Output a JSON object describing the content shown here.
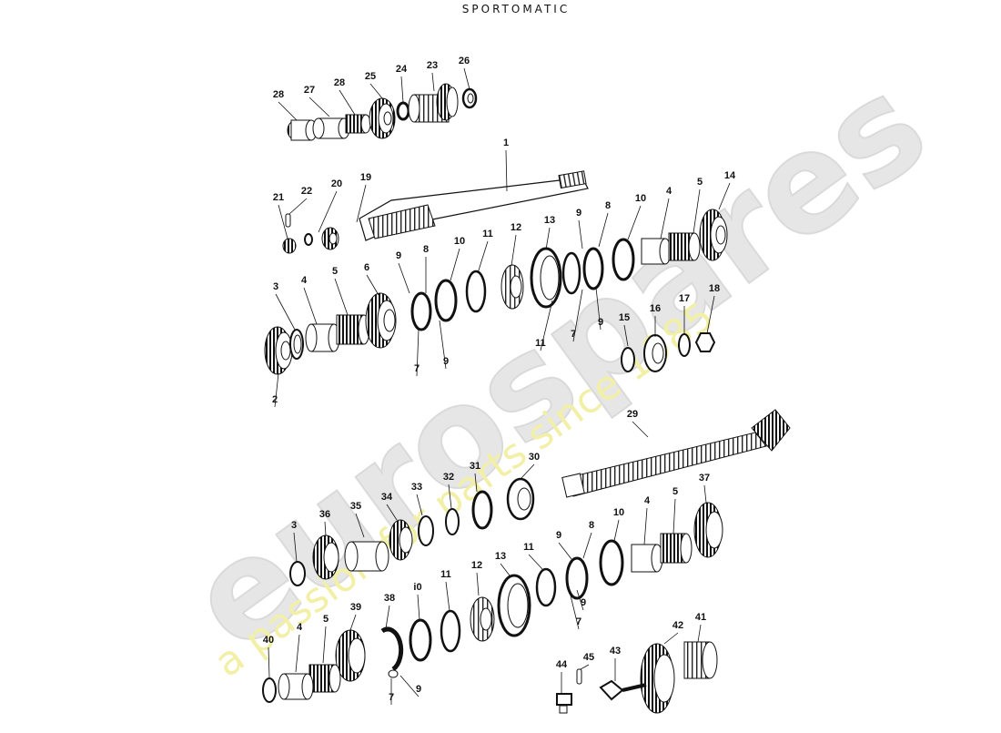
{
  "header": {
    "title": "SPORTOMATIC"
  },
  "watermark": {
    "brand": "eurospares",
    "tagline": "a passion for parts since 1985",
    "brand_color": "#d9d9d9",
    "tagline_color": "#f3f0a0"
  },
  "parts": [
    {
      "id": "p1",
      "number": "1"
    },
    {
      "id": "p2",
      "number": "2"
    },
    {
      "id": "p3",
      "number": "3"
    },
    {
      "id": "p4",
      "number": "4"
    },
    {
      "id": "p5",
      "number": "5"
    },
    {
      "id": "p6",
      "number": "6"
    },
    {
      "id": "p7",
      "number": "7"
    },
    {
      "id": "p8",
      "number": "8"
    },
    {
      "id": "p9",
      "number": "9"
    },
    {
      "id": "p10",
      "number": "10"
    },
    {
      "id": "p11",
      "number": "11"
    },
    {
      "id": "p12",
      "number": "12"
    },
    {
      "id": "p13",
      "number": "13"
    },
    {
      "id": "p14",
      "number": "14"
    },
    {
      "id": "p15",
      "number": "15"
    },
    {
      "id": "p16",
      "number": "16"
    },
    {
      "id": "p17",
      "number": "17"
    },
    {
      "id": "p18",
      "number": "18"
    },
    {
      "id": "p19",
      "number": "19"
    },
    {
      "id": "p20",
      "number": "20"
    },
    {
      "id": "p21",
      "number": "21"
    },
    {
      "id": "p22",
      "number": "22"
    },
    {
      "id": "p23",
      "number": "23"
    },
    {
      "id": "p24",
      "number": "24"
    },
    {
      "id": "p25",
      "number": "25"
    },
    {
      "id": "p26",
      "number": "26"
    },
    {
      "id": "p27",
      "number": "27"
    },
    {
      "id": "p28",
      "number": "28"
    },
    {
      "id": "p29",
      "number": "29"
    },
    {
      "id": "p30",
      "number": "30"
    },
    {
      "id": "p31",
      "number": "31"
    },
    {
      "id": "p32",
      "number": "32"
    },
    {
      "id": "p33",
      "number": "33"
    },
    {
      "id": "p34",
      "number": "34"
    },
    {
      "id": "p35",
      "number": "35"
    },
    {
      "id": "p36",
      "number": "36"
    },
    {
      "id": "p37",
      "number": "37"
    },
    {
      "id": "p38",
      "number": "38"
    },
    {
      "id": "p39",
      "number": "39"
    },
    {
      "id": "p40",
      "number": "40"
    },
    {
      "id": "p41",
      "number": "41"
    },
    {
      "id": "p42",
      "number": "42"
    },
    {
      "id": "p43",
      "number": "43"
    },
    {
      "id": "p44",
      "number": "44"
    },
    {
      "id": "p45",
      "number": "45"
    },
    {
      "id": "pi0",
      "number": "i0"
    }
  ]
}
